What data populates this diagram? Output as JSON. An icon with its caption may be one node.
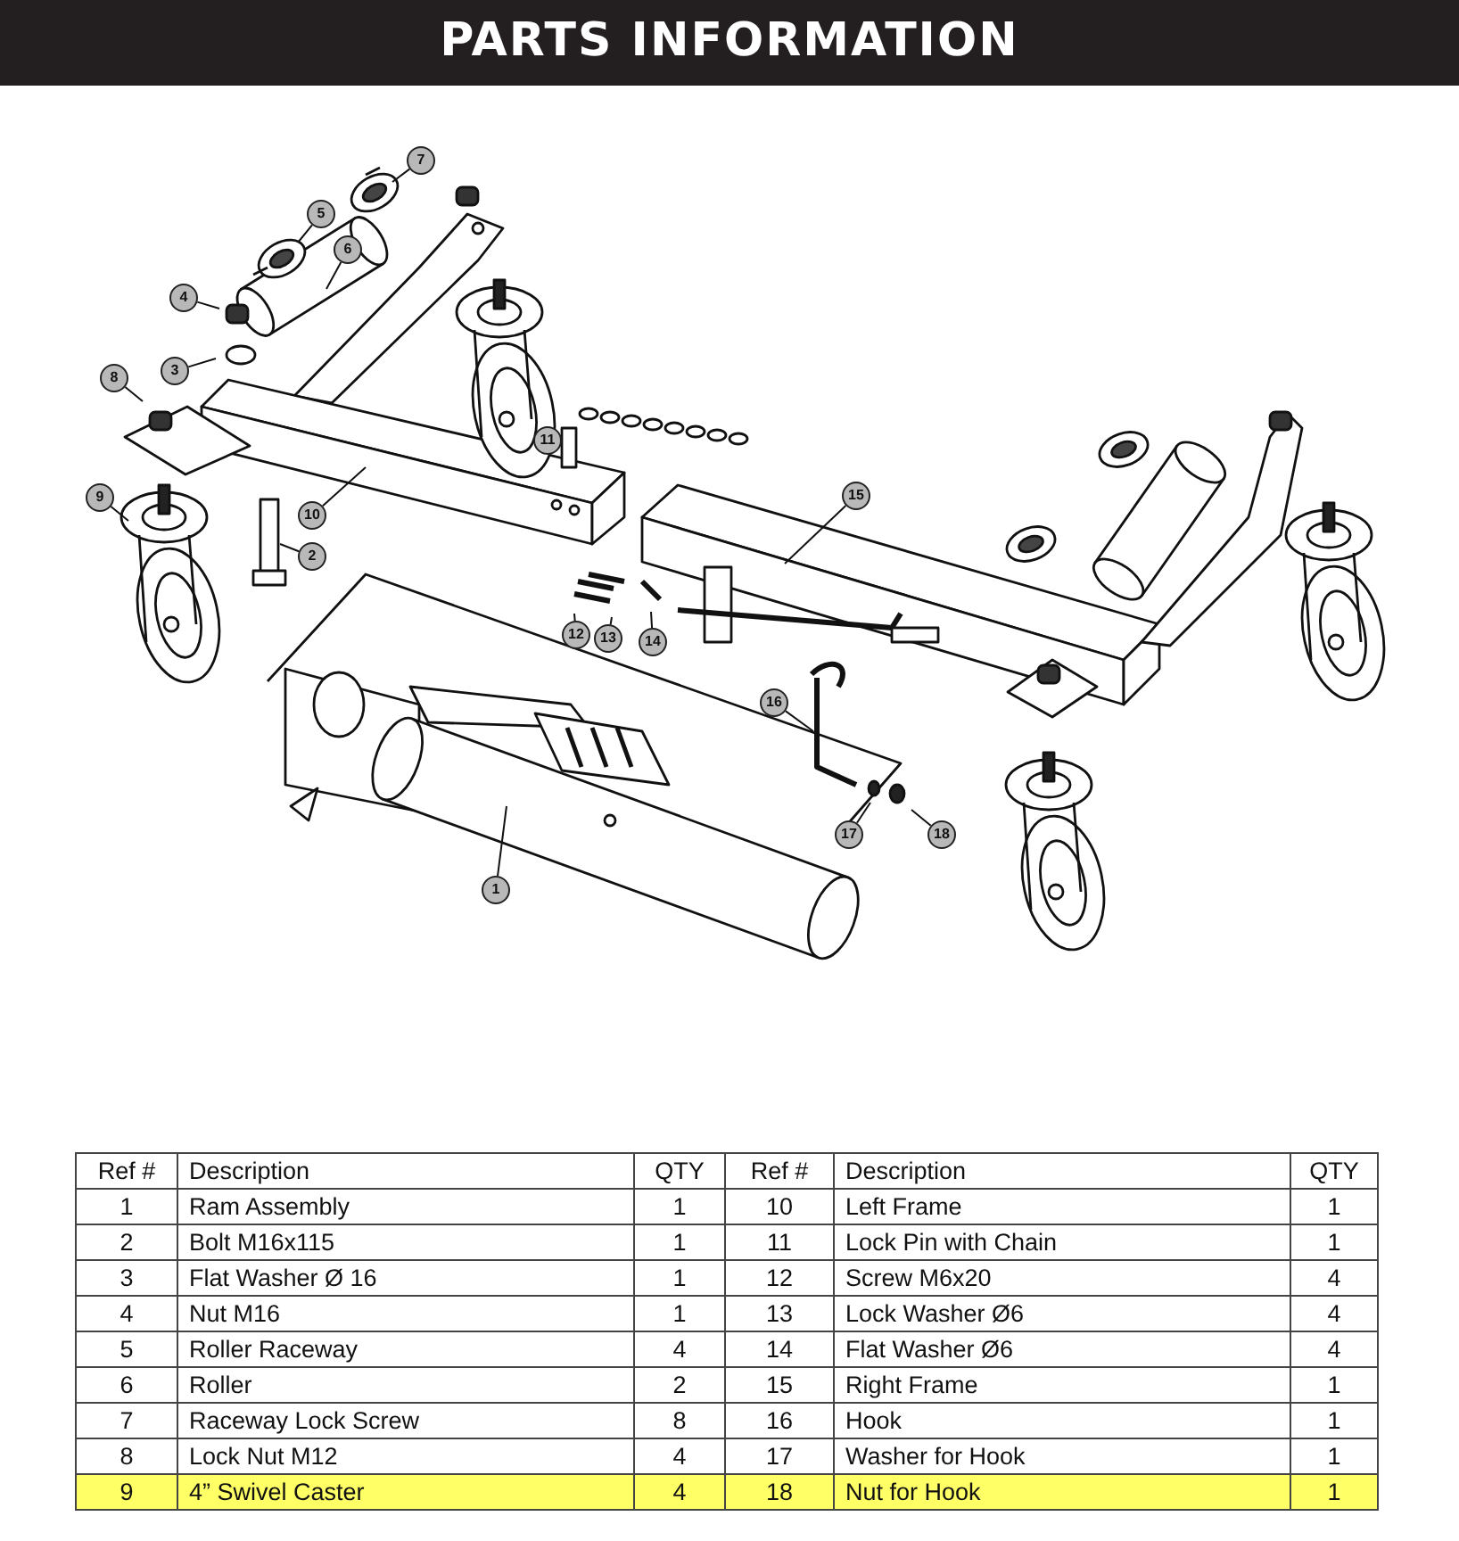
{
  "diagram": {
    "title": "PARTS INFORMATION",
    "nodes": [
      {
        "text": [
          "7"
        ]
      },
      {
        "text": [
          "5"
        ]
      },
      {
        "text": [
          "6"
        ]
      },
      {
        "text": [
          "4"
        ]
      },
      {
        "text": [
          "3"
        ]
      },
      {
        "text": [
          "8"
        ]
      },
      {
        "text": [
          "11"
        ]
      },
      {
        "text": [
          "9"
        ]
      },
      {
        "text": [
          "10"
        ]
      },
      {
        "text": [
          "15"
        ]
      },
      {
        "text": [
          "2"
        ]
      },
      {
        "text": [
          "12"
        ]
      },
      {
        "text": [
          "13"
        ]
      },
      {
        "text": [
          "14"
        ]
      },
      {
        "text": [
          "16"
        ]
      },
      {
        "text": [
          "17"
        ]
      },
      {
        "text": [
          "18"
        ]
      },
      {
        "text": [
          "1"
        ]
      }
    ],
    "edges": [
      {
        "from": 0,
        "to": null,
        "arrow": "none"
      },
      {
        "from": 1,
        "to": null,
        "arrow": "none"
      },
      {
        "from": 2,
        "to": null,
        "arrow": "none"
      },
      {
        "from": 3,
        "to": null,
        "arrow": "none"
      },
      {
        "from": 4,
        "to": null,
        "arrow": "none"
      },
      {
        "from": 5,
        "to": null,
        "arrow": "none"
      },
      {
        "from": 6,
        "to": null,
        "arrow": "none"
      },
      {
        "from": 7,
        "to": null,
        "arrow": "none"
      },
      {
        "from": 8,
        "to": null,
        "arrow": "none"
      },
      {
        "from": 9,
        "to": null,
        "arrow": "none"
      },
      {
        "from": 10,
        "to": null,
        "arrow": "none"
      },
      {
        "from": 11,
        "to": null,
        "arrow": "none"
      },
      {
        "from": 12,
        "to": null,
        "arrow": "none"
      },
      {
        "from": 13,
        "to": null,
        "arrow": "none"
      },
      {
        "from": 14,
        "to": null,
        "arrow": "none"
      },
      {
        "from": 15,
        "to": null,
        "arrow": "none"
      },
      {
        "from": 16,
        "to": null,
        "arrow": "none"
      },
      {
        "from": 17,
        "to": null,
        "arrow": "none"
      }
    ],
    "labels": [
      "Ref #",
      "Description",
      "QTY",
      "Ref #",
      "Description",
      "QTY",
      "1",
      "Ram Assembly",
      "1",
      "10",
      "Left Frame",
      "1",
      "2",
      "Bolt M16x115",
      "1",
      "11",
      "Lock Pin with Chain",
      "1",
      "3",
      "Flat Washer Ø 16",
      "1",
      "12",
      "Screw M6x20",
      "4",
      "4",
      "Nut M16",
      "1",
      "13",
      "Lock Washer Ø6",
      "4",
      "5",
      "Roller Raceway",
      "4",
      "14",
      "Flat Washer Ø6",
      "4",
      "6",
      "Roller",
      "2",
      "15",
      "Right Frame",
      "1",
      "7",
      "Raceway Lock Screw",
      "8",
      "16",
      "Hook",
      "1",
      "8",
      "Lock Nut M12",
      "4",
      "17",
      "Washer for Hook",
      "1",
      "9",
      "4” Swivel Caster",
      "4",
      "18",
      "Nut for Hook",
      "1"
    ]
  }
}
